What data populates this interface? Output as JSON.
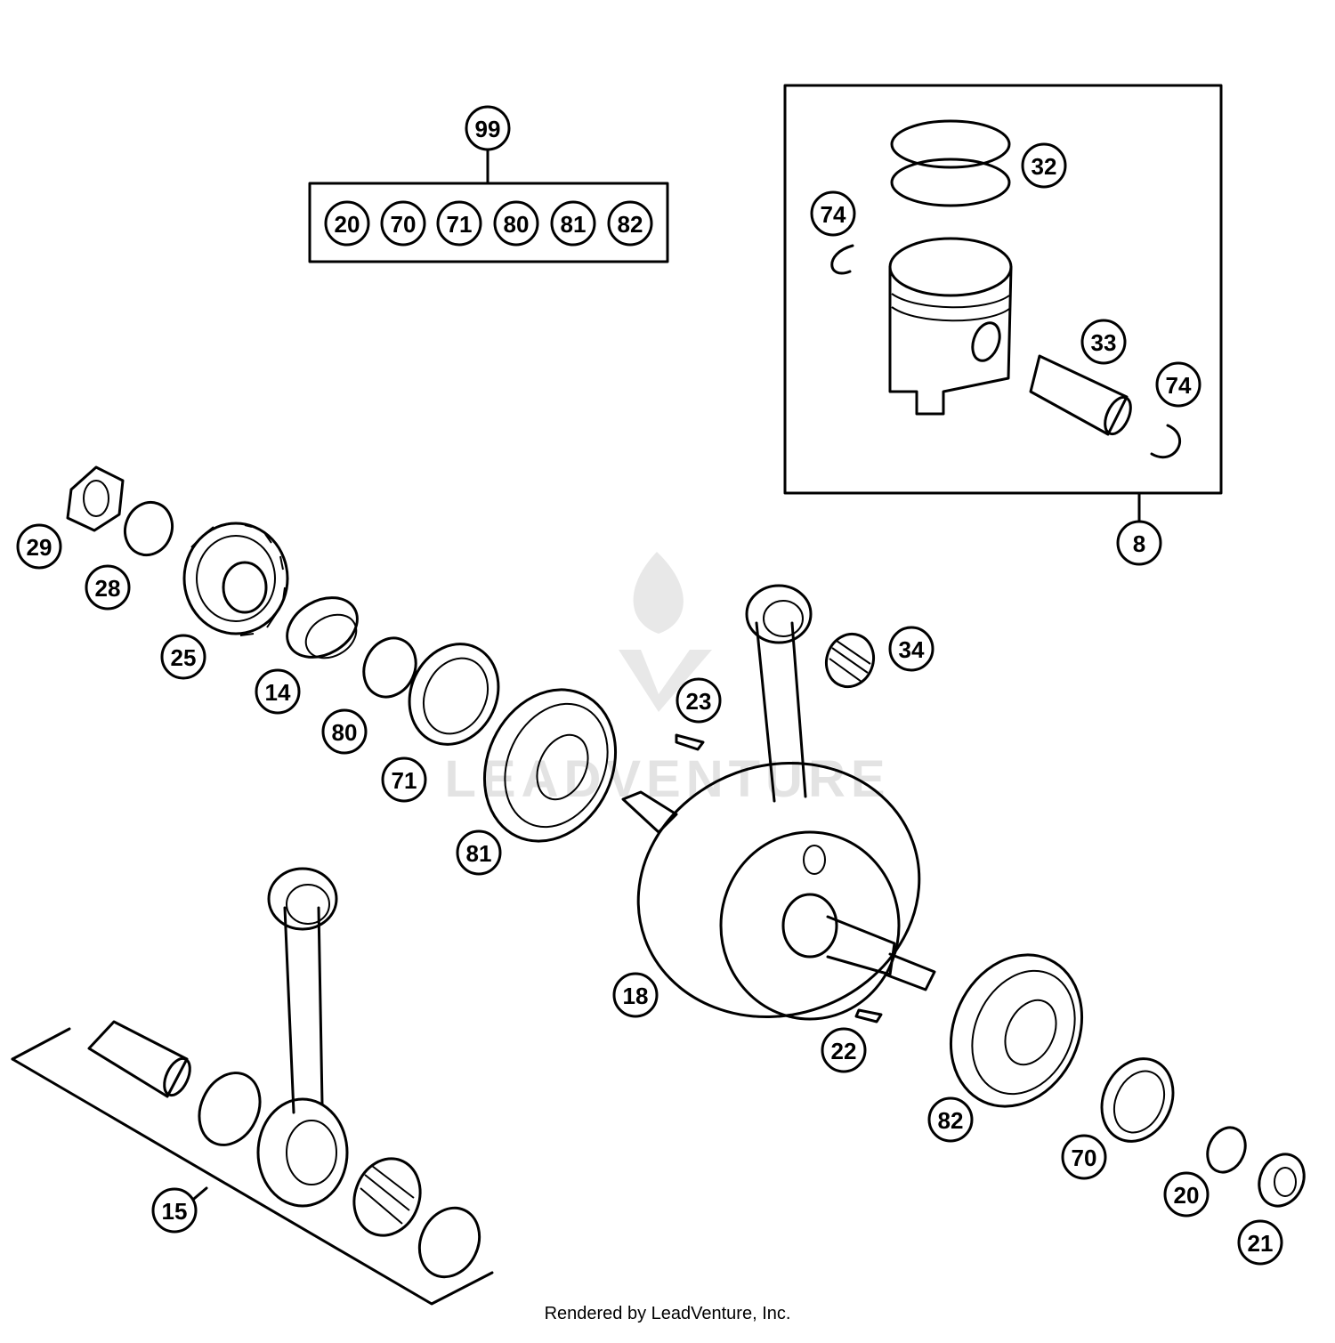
{
  "watermark": {
    "text": "LEADVENTURE",
    "color": "#e0e0e0"
  },
  "footer": {
    "credit": "Rendered by LeadVenture, Inc."
  },
  "kit_box": {
    "label": "99",
    "items": [
      "20",
      "70",
      "71",
      "80",
      "81",
      "82"
    ]
  },
  "piston_box": {
    "label": "8",
    "items": [
      "32",
      "74",
      "33",
      "74"
    ]
  },
  "callouts": {
    "c29": "29",
    "c28": "28",
    "c25": "25",
    "c14": "14",
    "c80": "80",
    "c71": "71",
    "c81": "81",
    "c23": "23",
    "c34": "34",
    "c18": "18",
    "c22": "22",
    "c82": "82",
    "c70": "70",
    "c20": "20",
    "c21": "21",
    "c15": "15"
  },
  "colors": {
    "line": "#000000",
    "background": "#ffffff"
  }
}
